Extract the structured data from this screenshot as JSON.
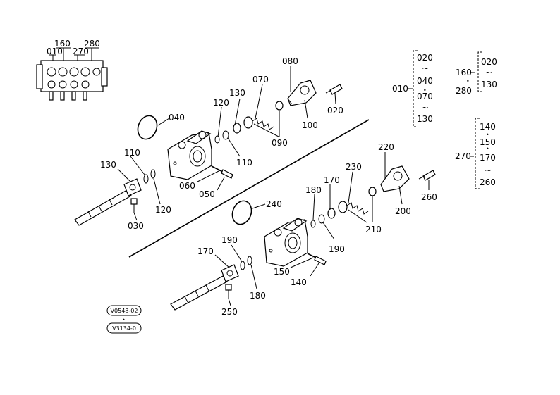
{
  "assembly_labels": {
    "l010": "010",
    "l160": "160",
    "l270": "270",
    "l280": "280"
  },
  "upper_section": {
    "l040": "040",
    "l120a": "120",
    "l130a": "130",
    "l070": "070",
    "l080": "080",
    "l110a": "110",
    "l090": "090",
    "l100": "100",
    "l020": "020",
    "l110b": "110",
    "l130b": "130",
    "l120b": "120",
    "l030": "030",
    "l060": "060",
    "l050": "050"
  },
  "lower_section": {
    "l220": "220",
    "l230": "230",
    "l170a": "170",
    "l180a": "180",
    "l240": "240",
    "l260": "260",
    "l200": "200",
    "l210": "210",
    "l190a": "190",
    "l150": "150",
    "l140": "140",
    "l190b": "190",
    "l170b": "170",
    "l180b": "180",
    "l250": "250"
  },
  "right_groups": {
    "g010_label": "010",
    "g010_items": [
      "020",
      "040",
      "070",
      "130"
    ],
    "g160_label": "160",
    "g280_label": "280",
    "g160_items": [
      "020",
      "130"
    ],
    "g270_label": "270",
    "g270_items": [
      "140",
      "150",
      "170",
      "260"
    ]
  },
  "serial_badges": [
    "V0548-02",
    "V3134-0"
  ]
}
